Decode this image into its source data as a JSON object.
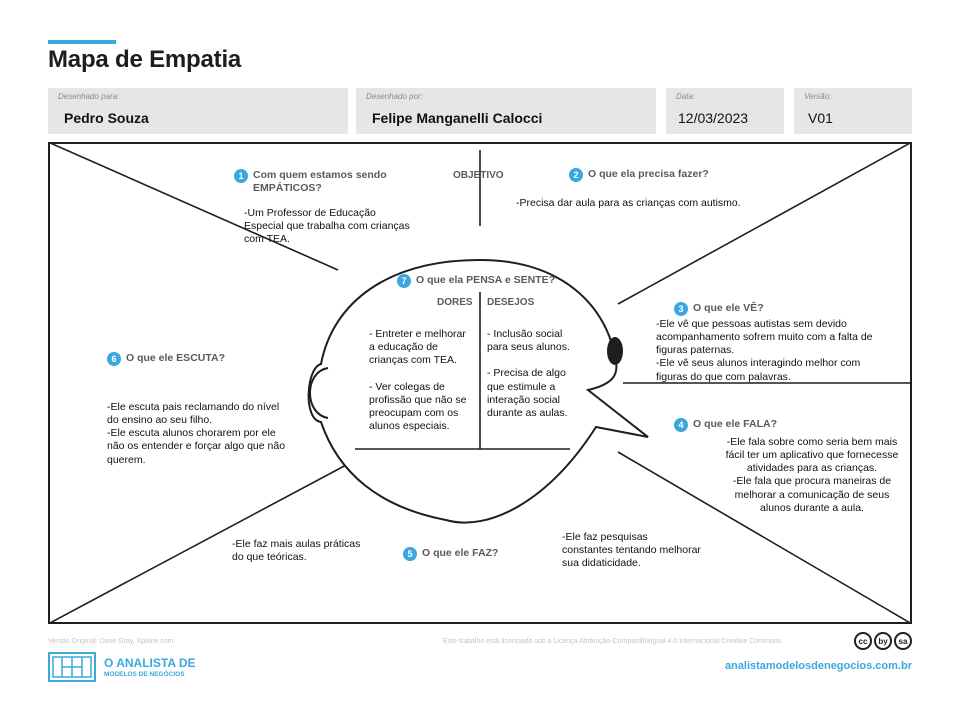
{
  "title": "Mapa de Empatia",
  "header": {
    "for_label": "Desenhado para:",
    "for_value": "Pedro Souza",
    "by_label": "Desenhado por:",
    "by_value": "Felipe Manganelli Calocci",
    "date_label": "Data:",
    "date_value": "12/03/2023",
    "version_label": "Versão:",
    "version_value": "V01"
  },
  "sections": {
    "who": {
      "num": "1",
      "title": "Com quem estamos sendo\nEMPÁTICOS?",
      "text": "-Um Professor de Educação\nEspecial que trabalha com crianças\ncom TEA."
    },
    "objective": {
      "label": "OBJETIVO"
    },
    "need": {
      "num": "2",
      "title": "O que ela precisa fazer?",
      "text": "-Precisa dar aula para as crianças com autismo."
    },
    "see": {
      "num": "3",
      "title": "O que ele VÊ?",
      "text": "-Ele vê que pessoas autistas sem devido\nacompanhamento sofrem muito com a falta de\nfiguras paternas.\n-Ele vê seus alunos interagindo melhor com\nfiguras do que com palavras."
    },
    "say": {
      "num": "4",
      "title": "O que ele FALA?",
      "text": "-Ele fala sobre como seria bem mais\nfácil ter um aplicativo que fornecesse\natividades para as crianças.\n-Ele fala que procura maneiras de\nmelhorar a comunicação de seus\nalunos durante a aula."
    },
    "do": {
      "num": "5",
      "title": "O que ele FAZ?",
      "text_left": "-Ele faz mais aulas práticas\ndo que teóricas.",
      "text_right": "-Ele faz pesquisas\nconstantes tentando melhorar\nsua didaticidade."
    },
    "hear": {
      "num": "6",
      "title": "O que ele ESCUTA?",
      "text": "-Ele escuta pais reclamando do nível\ndo ensino ao seu filho.\n-Ele escuta alunos chorarem por ele\nnão os entender e forçar algo que não\nquerem."
    },
    "think": {
      "num": "7",
      "title": "O que ela PENSA e SENTE?",
      "pains_label": "DORES",
      "gains_label": "DESEJOS",
      "pains_text": " - Entreter e melhorar\na educação de\ncrianças com TEA.\n\n - Ver colegas de\nprofissão que não se\npreocupam com os\nalunos especiais.",
      "gains_text": " - Inclusão social\npara seus alunos.\n\n - Precisa de algo\nque estimule a\ninteração social\ndurante as aulas."
    }
  },
  "footer": {
    "original": "Versão Original: Dave Gray, Xplane.com",
    "license": "Este trabalho está licenciado sob a Licença Atribuição-CompartilhaIgual 4.0 Internacional Creative Commons.",
    "logo_line1": "O ANALISTA DE",
    "logo_line2": "MODELOS DE NEGÓCIOS",
    "site": "analistamodelosdenegocios.com.br",
    "cc_icons": [
      "cc",
      "by",
      "sa"
    ]
  },
  "colors": {
    "accent": "#3aa8de",
    "header_bg": "#e6e6e6",
    "frame": "#1e1e1e"
  }
}
